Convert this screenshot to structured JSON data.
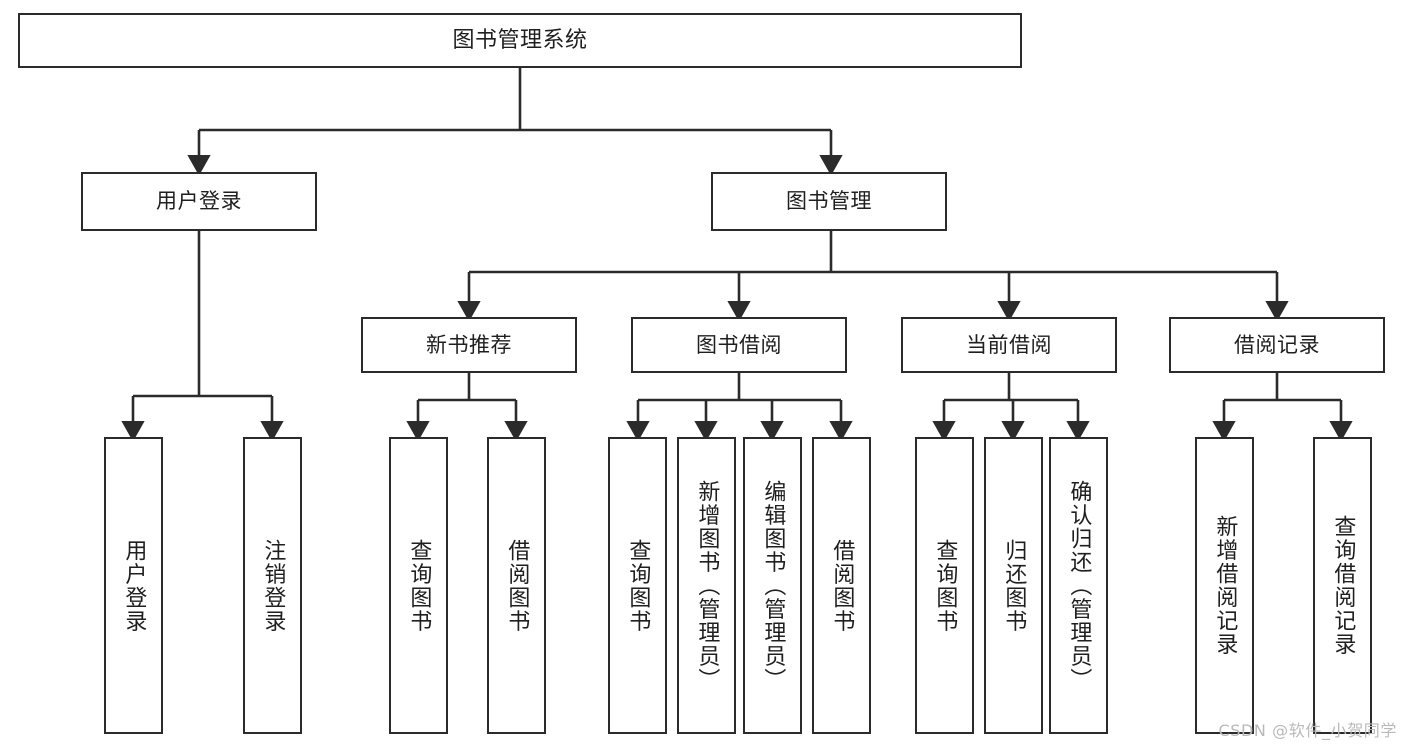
{
  "diagram": {
    "title": "图书管理系统",
    "type": "tree-hierarchy-diagram",
    "colors": {
      "background": "#ffffff",
      "node_fill": "#ffffff",
      "node_border": "#2b2b2b",
      "edge": "#2b2b2b",
      "text": "#1f1f1f",
      "watermark": "#b9b9b9"
    },
    "root": {
      "label": "图书管理系统"
    },
    "level2": [
      {
        "label": "用户登录"
      },
      {
        "label": "图书管理"
      }
    ],
    "level3": [
      {
        "label": "新书推荐"
      },
      {
        "label": "图书借阅"
      },
      {
        "label": "当前借阅"
      },
      {
        "label": "借阅记录"
      }
    ],
    "leaves": {
      "user_login": [
        {
          "label": "用户登录"
        },
        {
          "label": "注销登录"
        }
      ],
      "new_book_recommend": [
        {
          "label": "查询图书"
        },
        {
          "label": "借阅图书"
        }
      ],
      "book_borrow": [
        {
          "label": "查询图书"
        },
        {
          "label": "新增图书（管理员）"
        },
        {
          "label": "编辑图书（管理员）"
        },
        {
          "label": "借阅图书"
        }
      ],
      "current_borrow": [
        {
          "label": "查询图书"
        },
        {
          "label": "归还图书"
        },
        {
          "label": "确认归还（管理员）"
        }
      ],
      "borrow_record": [
        {
          "label": "新增借阅记录"
        },
        {
          "label": "查询借阅记录"
        }
      ]
    }
  },
  "watermark": {
    "text": "CSDN @软件_小贺同学"
  }
}
